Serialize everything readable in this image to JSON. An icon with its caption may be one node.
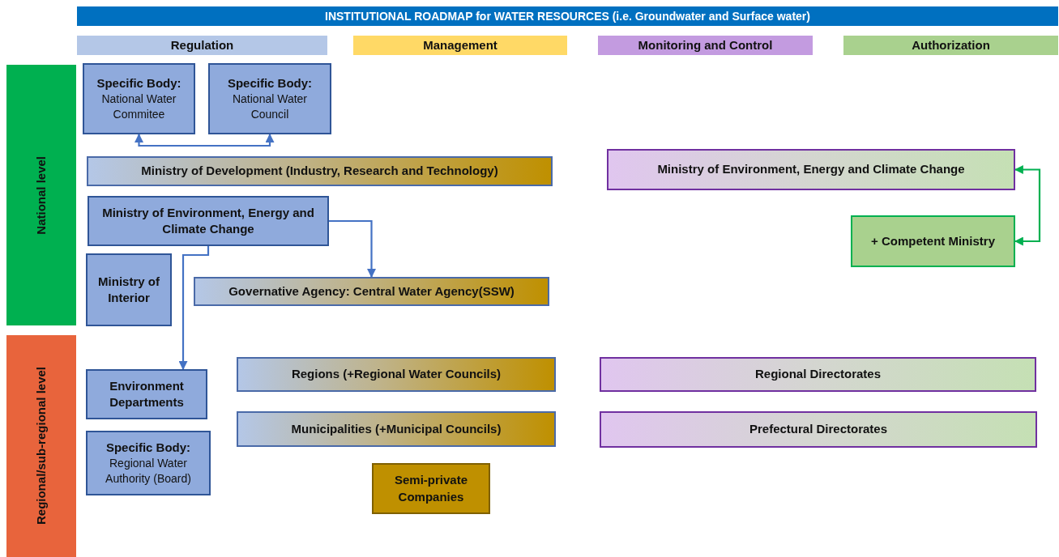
{
  "diagram": {
    "title": "INSTITUTIONAL ROADMAP for WATER RESOURCES (i.e. Groundwater and Surface water)",
    "nodes": [
      {
        "text": [
          "Regulation"
        ]
      },
      {
        "text": [
          "Management"
        ]
      },
      {
        "text": [
          "Monitoring and Control"
        ]
      },
      {
        "text": [
          "Authorization"
        ]
      },
      {
        "text": [
          "National level"
        ]
      },
      {
        "text": [
          "Regional/sub-regional level"
        ]
      },
      {
        "text": [
          "Specific Body:",
          "National Water Commitee"
        ]
      },
      {
        "text": [
          "Specific Body:",
          "National Water Council"
        ]
      },
      {
        "text": [
          "**Ministry of Development** (Industry, Research and Technology)"
        ]
      },
      {
        "text": [
          "Ministry of Environment, Energy and Climate Change"
        ]
      },
      {
        "text": [
          "Ministry of Environment, Energy and Climate Change"
        ]
      },
      {
        "text": [
          "+ Competent Ministry"
        ]
      },
      {
        "text": [
          "Ministry of Interior"
        ]
      },
      {
        "text": [
          "**Governative Agency:** Central Water Agency(SSW)"
        ]
      },
      {
        "text": [
          "Environment Departments"
        ]
      },
      {
        "text": [
          "Regions (+Regional Water Councils)"
        ]
      },
      {
        "text": [
          "Regional Directorates"
        ]
      },
      {
        "text": [
          "Municipalities (+Municipal Councils)"
        ]
      },
      {
        "text": [
          "Prefectural Directorates"
        ]
      },
      {
        "text": [
          "Specific Body:",
          "Regional Water Authority (Board)"
        ]
      },
      {
        "text": [
          "Semi-private Companies"
        ]
      }
    ],
    "edges": [
      {
        "from": 6,
        "to": 7,
        "arrow": "both"
      },
      {
        "from": 10,
        "to": 13,
        "arrow": "to"
      },
      {
        "from": 10,
        "to": 14,
        "arrow": "to"
      },
      {
        "from": 9,
        "to": 11,
        "arrow": "both",
        "color": "#00b050"
      }
    ]
  }
}
